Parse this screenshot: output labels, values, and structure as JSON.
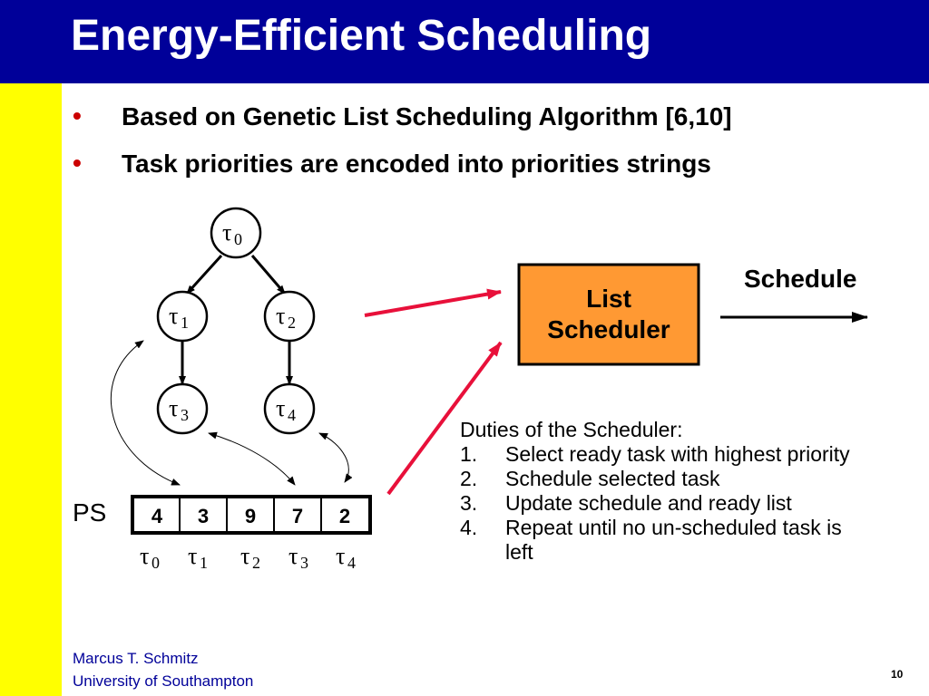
{
  "slide": {
    "title": "Energy-Efficient Scheduling",
    "bullets": [
      "Based on Genetic List Scheduling Algorithm [6,10]",
      "Task priorities are encoded into priorities strings"
    ],
    "bullet_marker": "•",
    "page_number": "10"
  },
  "graph": {
    "tau_symbol": "τ",
    "nodes": [
      "0",
      "1",
      "2",
      "3",
      "4"
    ]
  },
  "priority_string": {
    "label": "PS",
    "values": [
      "4",
      "3",
      "9",
      "7",
      "2"
    ],
    "task_subscripts": [
      "0",
      "1",
      "2",
      "3",
      "4"
    ]
  },
  "scheduler": {
    "box_line1": "List",
    "box_line2": "Scheduler",
    "output_label": "Schedule",
    "box_color": "#ff9933"
  },
  "duties": {
    "heading": "Duties of the Scheduler:",
    "items": [
      {
        "num": "1.",
        "text": "Select ready task with highest priority"
      },
      {
        "num": "2.",
        "text": "Schedule selected task"
      },
      {
        "num": "3.",
        "text": "Update schedule and ready list"
      },
      {
        "num": "4.",
        "text": "Repeat until no un-scheduled task is left"
      }
    ]
  },
  "footer": {
    "author": "Marcus T. Schmitz",
    "institution": "University of Southampton"
  },
  "colors": {
    "title_bar": "#000099",
    "side_bar": "#ffff00",
    "accent_arrow": "#e8103a",
    "footer_text": "#000099"
  }
}
